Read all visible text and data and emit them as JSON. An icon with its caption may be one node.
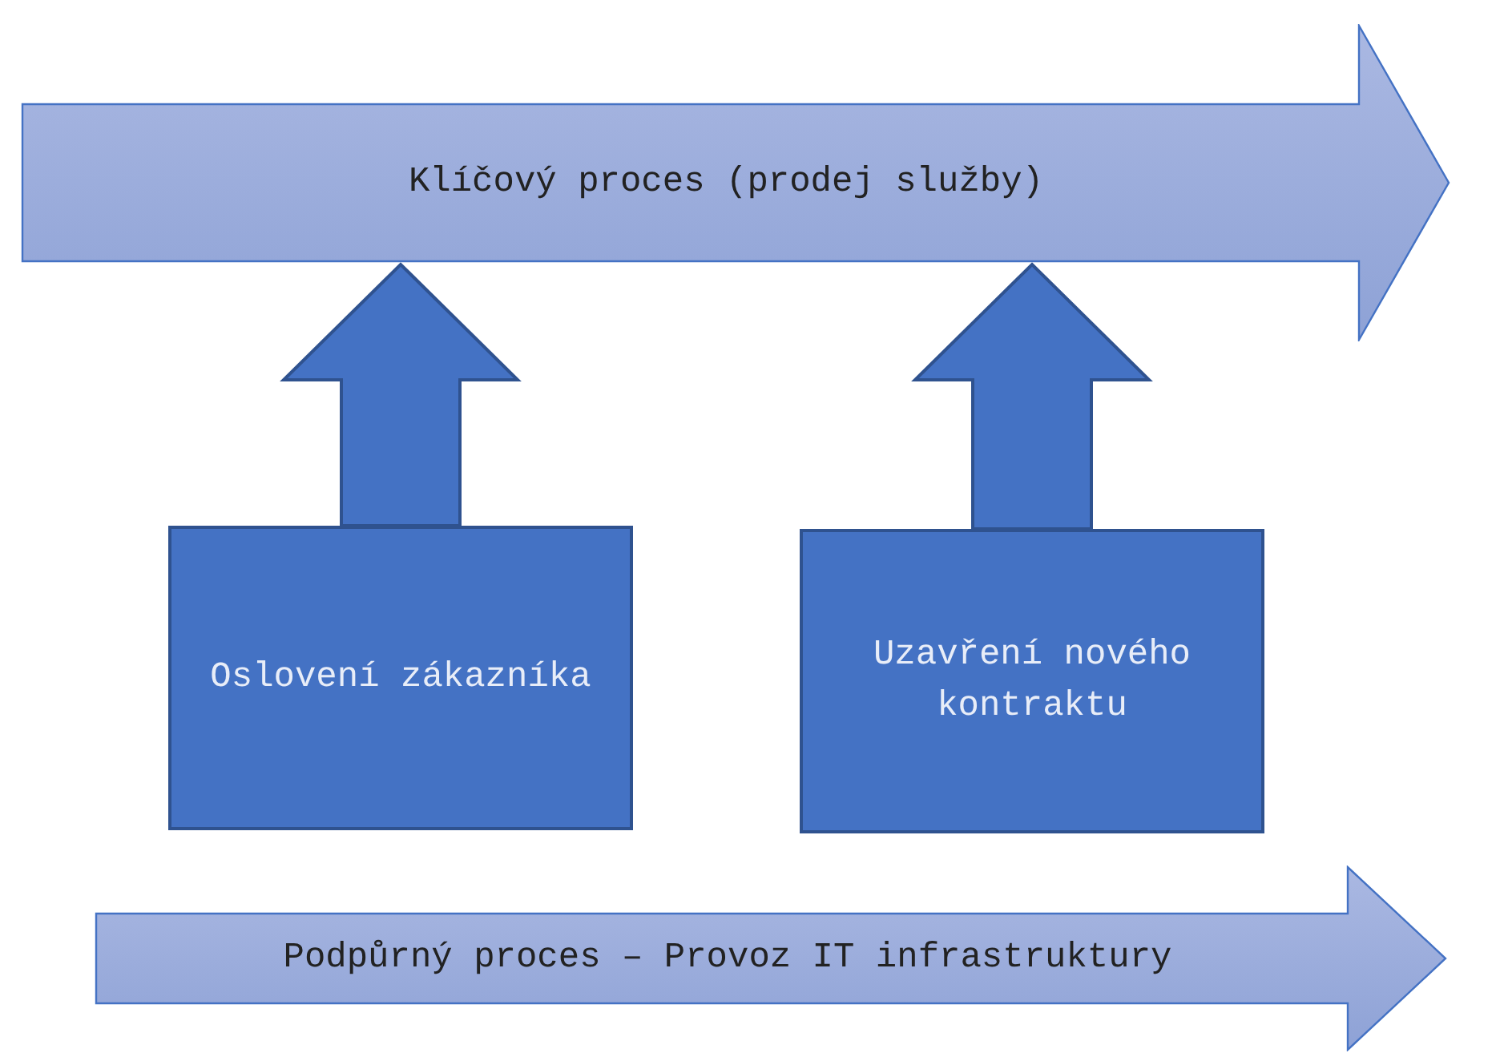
{
  "diagram": {
    "nodes": [
      {
        "text": [
          "Klíčový proces (prodej služby)"
        ]
      },
      {
        "text": [
          "Oslovení zákazníka"
        ]
      },
      {
        "text": [
          "Uzavření nového kontraktu"
        ]
      },
      {
        "text": [
          "Podpůrný proces – Provoz IT infrastruktury"
        ]
      }
    ],
    "edges": [
      {
        "from": 1,
        "to": 0,
        "arrow": "to"
      },
      {
        "from": 2,
        "to": 0,
        "arrow": "to"
      }
    ]
  }
}
